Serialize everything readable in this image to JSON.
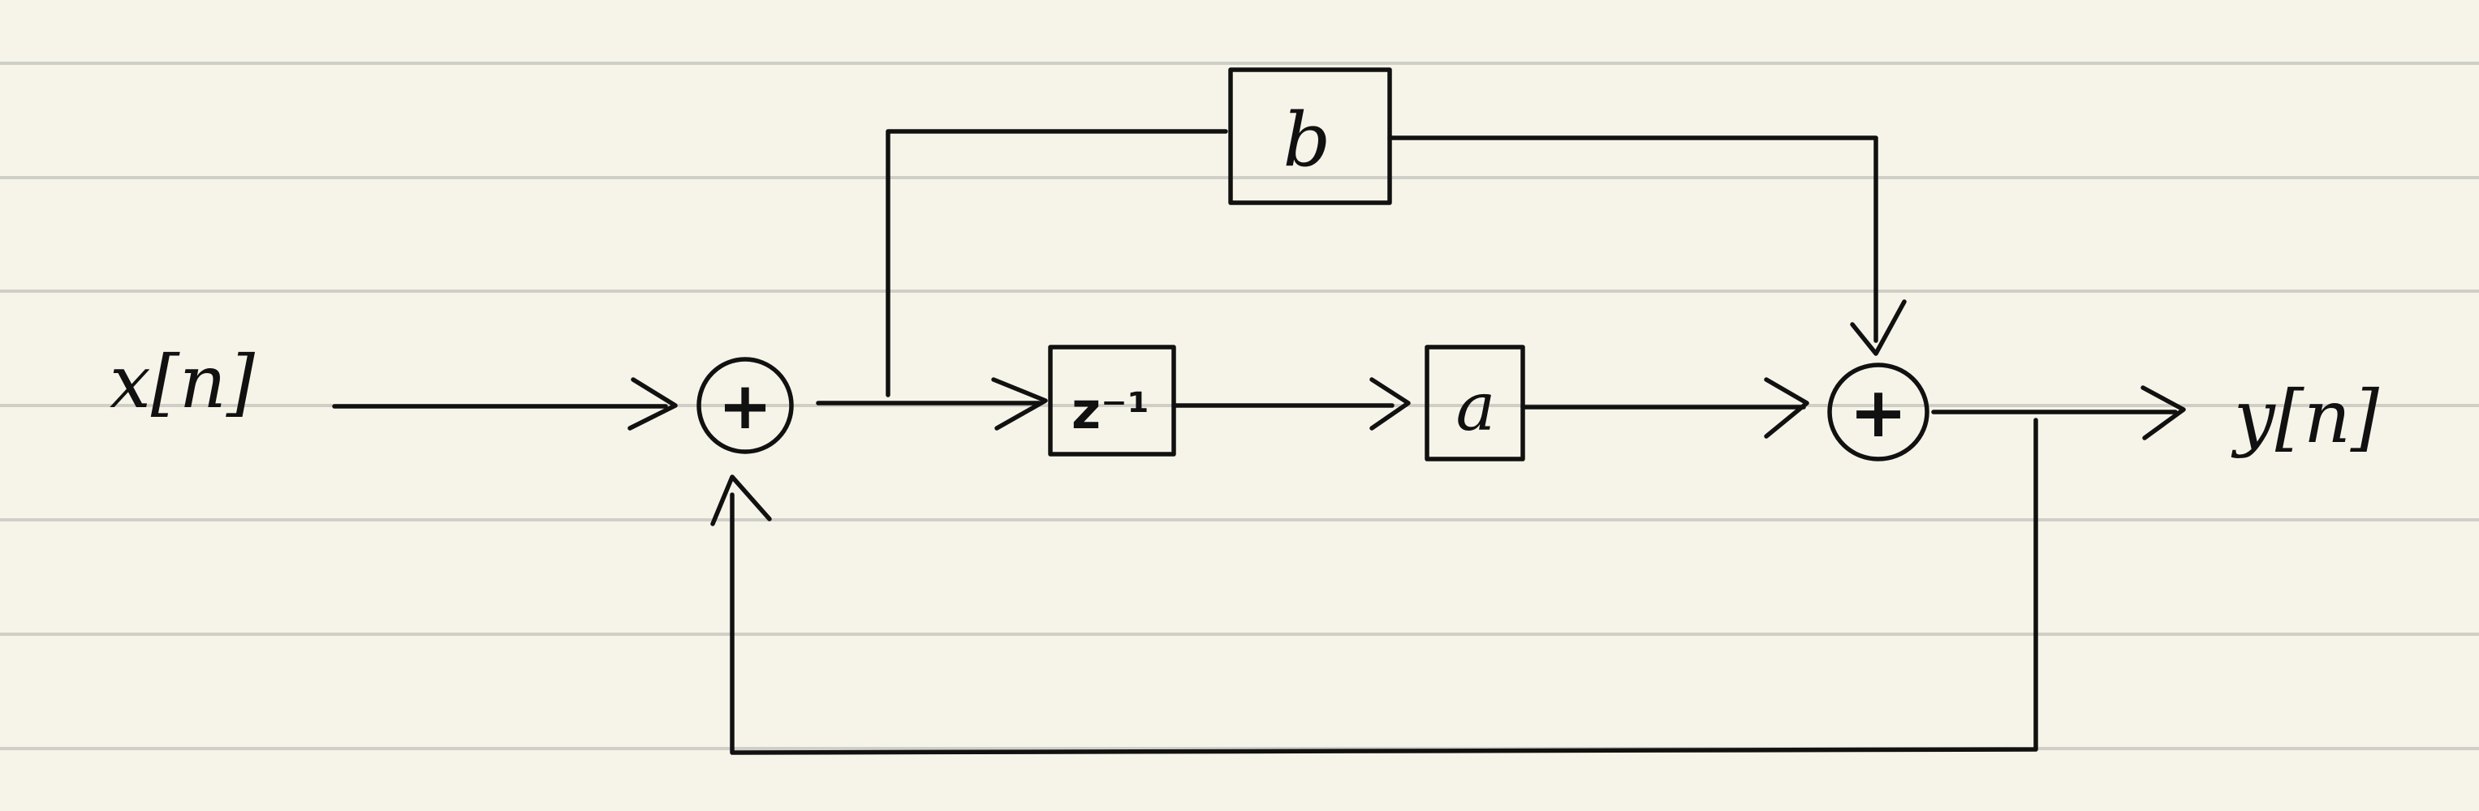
{
  "signals": {
    "input": "x[n]",
    "output": "y[n]"
  },
  "blocks": {
    "delay": "z⁻¹",
    "gain_a": "a",
    "gain_b": "b"
  },
  "adders": {
    "first": "+",
    "second": "+"
  }
}
